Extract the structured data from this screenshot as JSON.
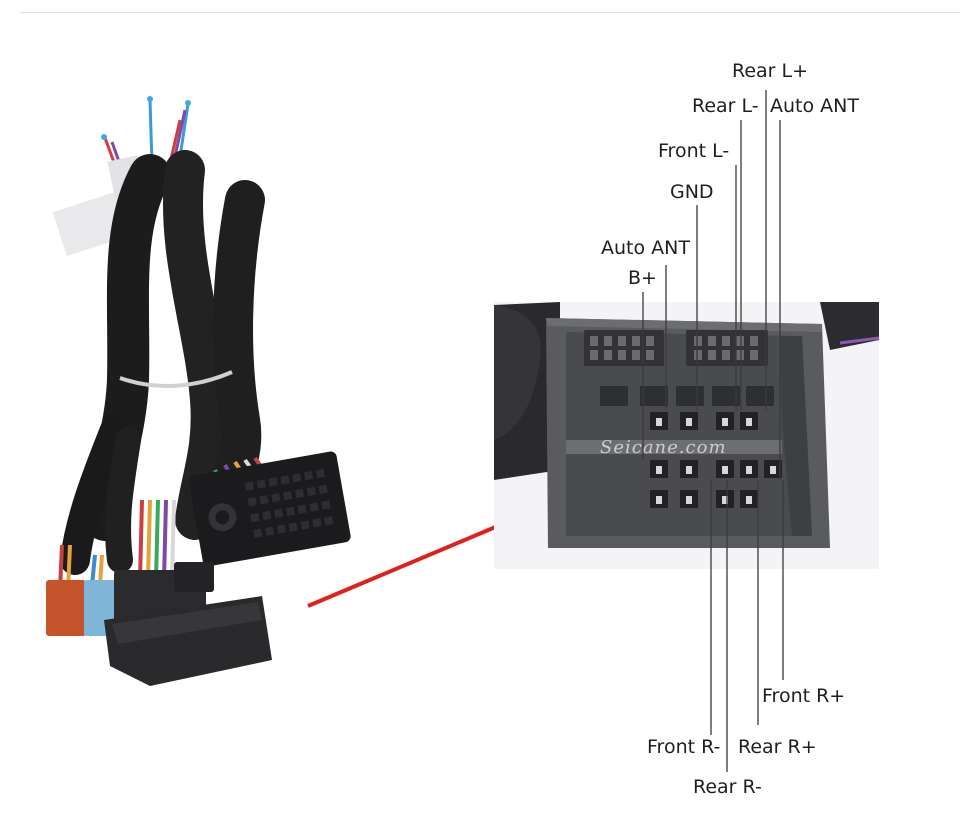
{
  "pin_labels": {
    "rear_l_plus": "Rear L+",
    "rear_l_minus": "Rear L-",
    "auto_ant_top": "Auto ANT",
    "front_l_minus": "Front L-",
    "gnd": "GND",
    "auto_ant_left": "Auto ANT",
    "b_plus": "B+",
    "front_r_plus": "Front R+",
    "front_r_minus": "Front R-",
    "rear_r_plus": "Rear R+",
    "rear_r_minus": "Rear R-"
  },
  "watermark": "Seicane.com",
  "colors": {
    "arrow": "#e0201a",
    "connector_body": "#5a5b5e",
    "harness_sleeve": "#1c1c1c",
    "leader_line": "#3a3a3a"
  }
}
